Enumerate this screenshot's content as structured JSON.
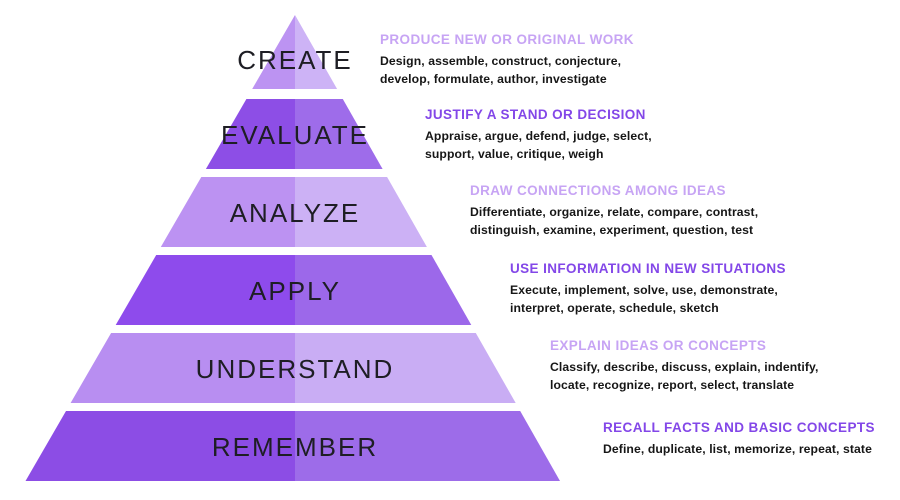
{
  "background": "#ffffff",
  "label_text_color": "#1e1e24",
  "body_text_color": "#161616",
  "levels": [
    {
      "label": "CREATE",
      "heading": "PRODUCE NEW OR ORIGINAL WORK",
      "description_lines": [
        "Design, assemble, construct, conjecture,",
        "develop, formulate, author, investigate"
      ],
      "colors": {
        "left": "#bc93f2",
        "right": "#cdb3f6",
        "heading": "#c7a4f4"
      }
    },
    {
      "label": "EVALUATE",
      "heading": "JUSTIFY A STAND OR DECISION",
      "description_lines": [
        "Appraise, argue, defend, judge, select,",
        "support, value, critique, weigh"
      ],
      "colors": {
        "left": "#8d4ee6",
        "right": "#9e6cea",
        "heading": "#8347e8"
      }
    },
    {
      "label": "ANALYZE",
      "heading": "DRAW CONNECTIONS AMONG IDEAS",
      "description_lines": [
        "Differentiate, organize, relate, compare, contrast,",
        "distinguish, examine, experiment, question, test"
      ],
      "colors": {
        "left": "#bc92f2",
        "right": "#ccb1f5",
        "heading": "#c7a4f4"
      }
    },
    {
      "label": "APPLY",
      "heading": "USE INFORMATION IN NEW SITUATIONS",
      "description_lines": [
        "Execute, implement, solve, use, demonstrate,",
        "interpret, operate, schedule, sketch"
      ],
      "colors": {
        "left": "#8e4bec",
        "right": "#9c68ea",
        "heading": "#8347e8"
      }
    },
    {
      "label": "UNDERSTAND",
      "heading": "EXPLAIN IDEAS OR CONCEPTS",
      "description_lines": [
        "Classify, describe, discuss, explain, indentify,",
        "locate, recognize, report, select, translate"
      ],
      "colors": {
        "left": "#b88ef1",
        "right": "#c9adf4",
        "heading": "#c7a4f4"
      }
    },
    {
      "label": "REMEMBER",
      "heading": "RECALL FACTS AND BASIC CONCEPTS",
      "description_lines": [
        "Define, duplicate, list, memorize, repeat, state"
      ],
      "colors": {
        "left": "#8c4de5",
        "right": "#9d6ce9",
        "heading": "#8347e8"
      }
    }
  ]
}
